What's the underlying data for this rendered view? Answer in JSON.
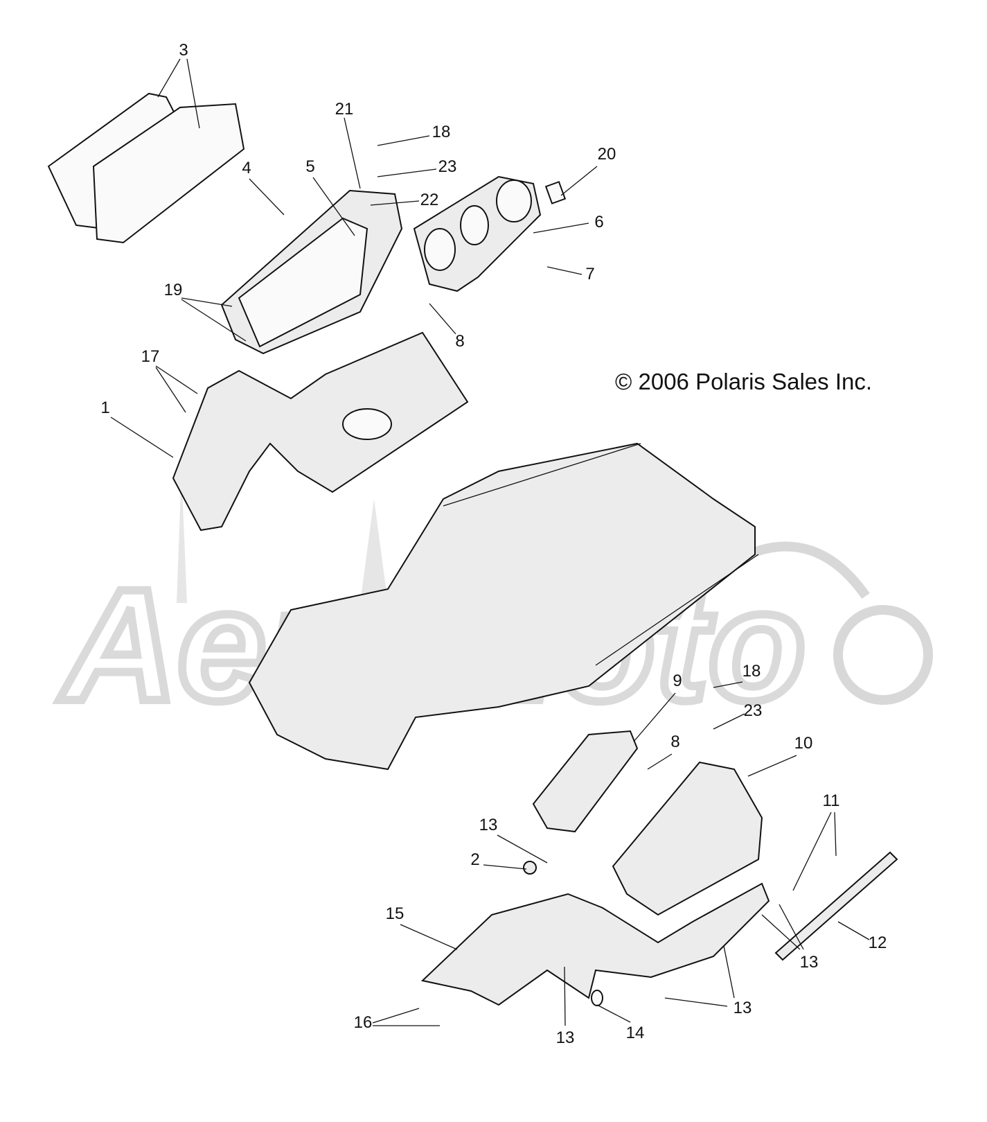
{
  "diagram": {
    "copyright": "© 2006 Polaris Sales Inc.",
    "watermark": "AeroMoto",
    "callouts": [
      "3",
      "21",
      "18",
      "23",
      "20",
      "4",
      "5",
      "22",
      "6",
      "7",
      "19",
      "8",
      "17",
      "1",
      "18",
      "9",
      "23",
      "8",
      "10",
      "11",
      "13",
      "2",
      "12",
      "15",
      "13",
      "13",
      "16",
      "13",
      "14"
    ]
  }
}
